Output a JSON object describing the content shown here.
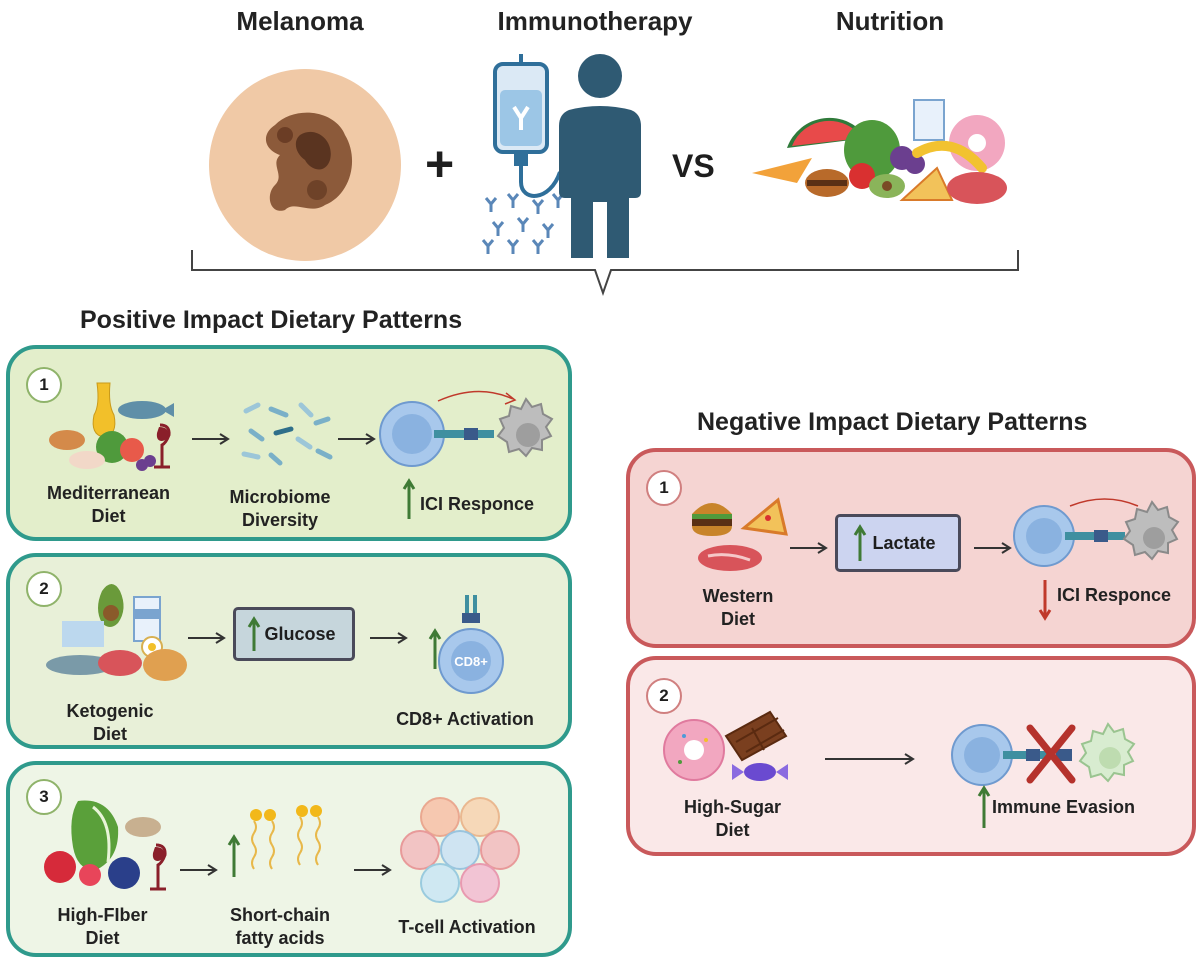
{
  "header": {
    "melanoma": "Melanoma",
    "immunotherapy": "Immunotherapy",
    "nutrition": "Nutrition",
    "plus": "+",
    "vs": "VS"
  },
  "positive": {
    "title": "Positive Impact Dietary Patterns",
    "panels": [
      {
        "number": "1",
        "diet": "Mediterranean\nDiet",
        "mechanism": "Microbiome\nDiversity",
        "outcome": "ICI Responce"
      },
      {
        "number": "2",
        "diet": "Ketogenic\nDiet",
        "mechanism": "Glucose",
        "outcome": "CD8+ Activation",
        "cell_label": "CD8+"
      },
      {
        "number": "3",
        "diet": "High-FIber\nDiet",
        "mechanism": "Short-chain\nfatty acids",
        "outcome": "T-cell Activation"
      }
    ]
  },
  "negative": {
    "title": "Negative Impact Dietary Patterns",
    "panels": [
      {
        "number": "1",
        "diet": "Western\nDiet",
        "mechanism": "Lactate",
        "outcome": "ICI Responce"
      },
      {
        "number": "2",
        "diet": "High-Sugar\nDiet",
        "outcome": "Immune Evasion"
      }
    ]
  },
  "colors": {
    "teal_border": "#2f9a8c",
    "red_border": "#c9595b",
    "up_arrow": "#3f7a35",
    "down_arrow": "#c0392b",
    "person": "#2f5a73"
  },
  "icons": [
    "iv-bag-icon",
    "antibody-icon",
    "person-icon",
    "food-icon",
    "t-cell-icon",
    "tumor-cell-icon",
    "bacteria-icon",
    "lipid-icon"
  ]
}
